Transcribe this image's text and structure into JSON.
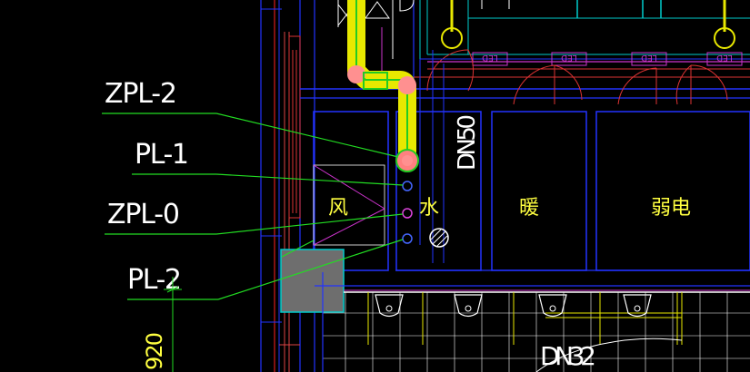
{
  "drawing": {
    "pipe_labels": [
      "ZPL-2",
      "PL-1",
      "ZPL-0",
      "PL-2"
    ],
    "rooms": {
      "wind": "风",
      "water": "水",
      "heating": "暖",
      "weak_current": "弱电"
    },
    "pipe_sizes": {
      "riser": "DN50",
      "bottom": "DN32"
    },
    "dimension": "920",
    "led_label": "LED",
    "colors": {
      "background": "#000000",
      "leader_green": "#22dd22",
      "wall_blue": "#2233ff",
      "pipe_yellow": "#e8e800",
      "fitting_pink": "#ff9090",
      "room_text_yellow": "#ffff40",
      "magenta": "#cc33cc",
      "red": "#e02020",
      "cyan": "#00cccc"
    }
  }
}
